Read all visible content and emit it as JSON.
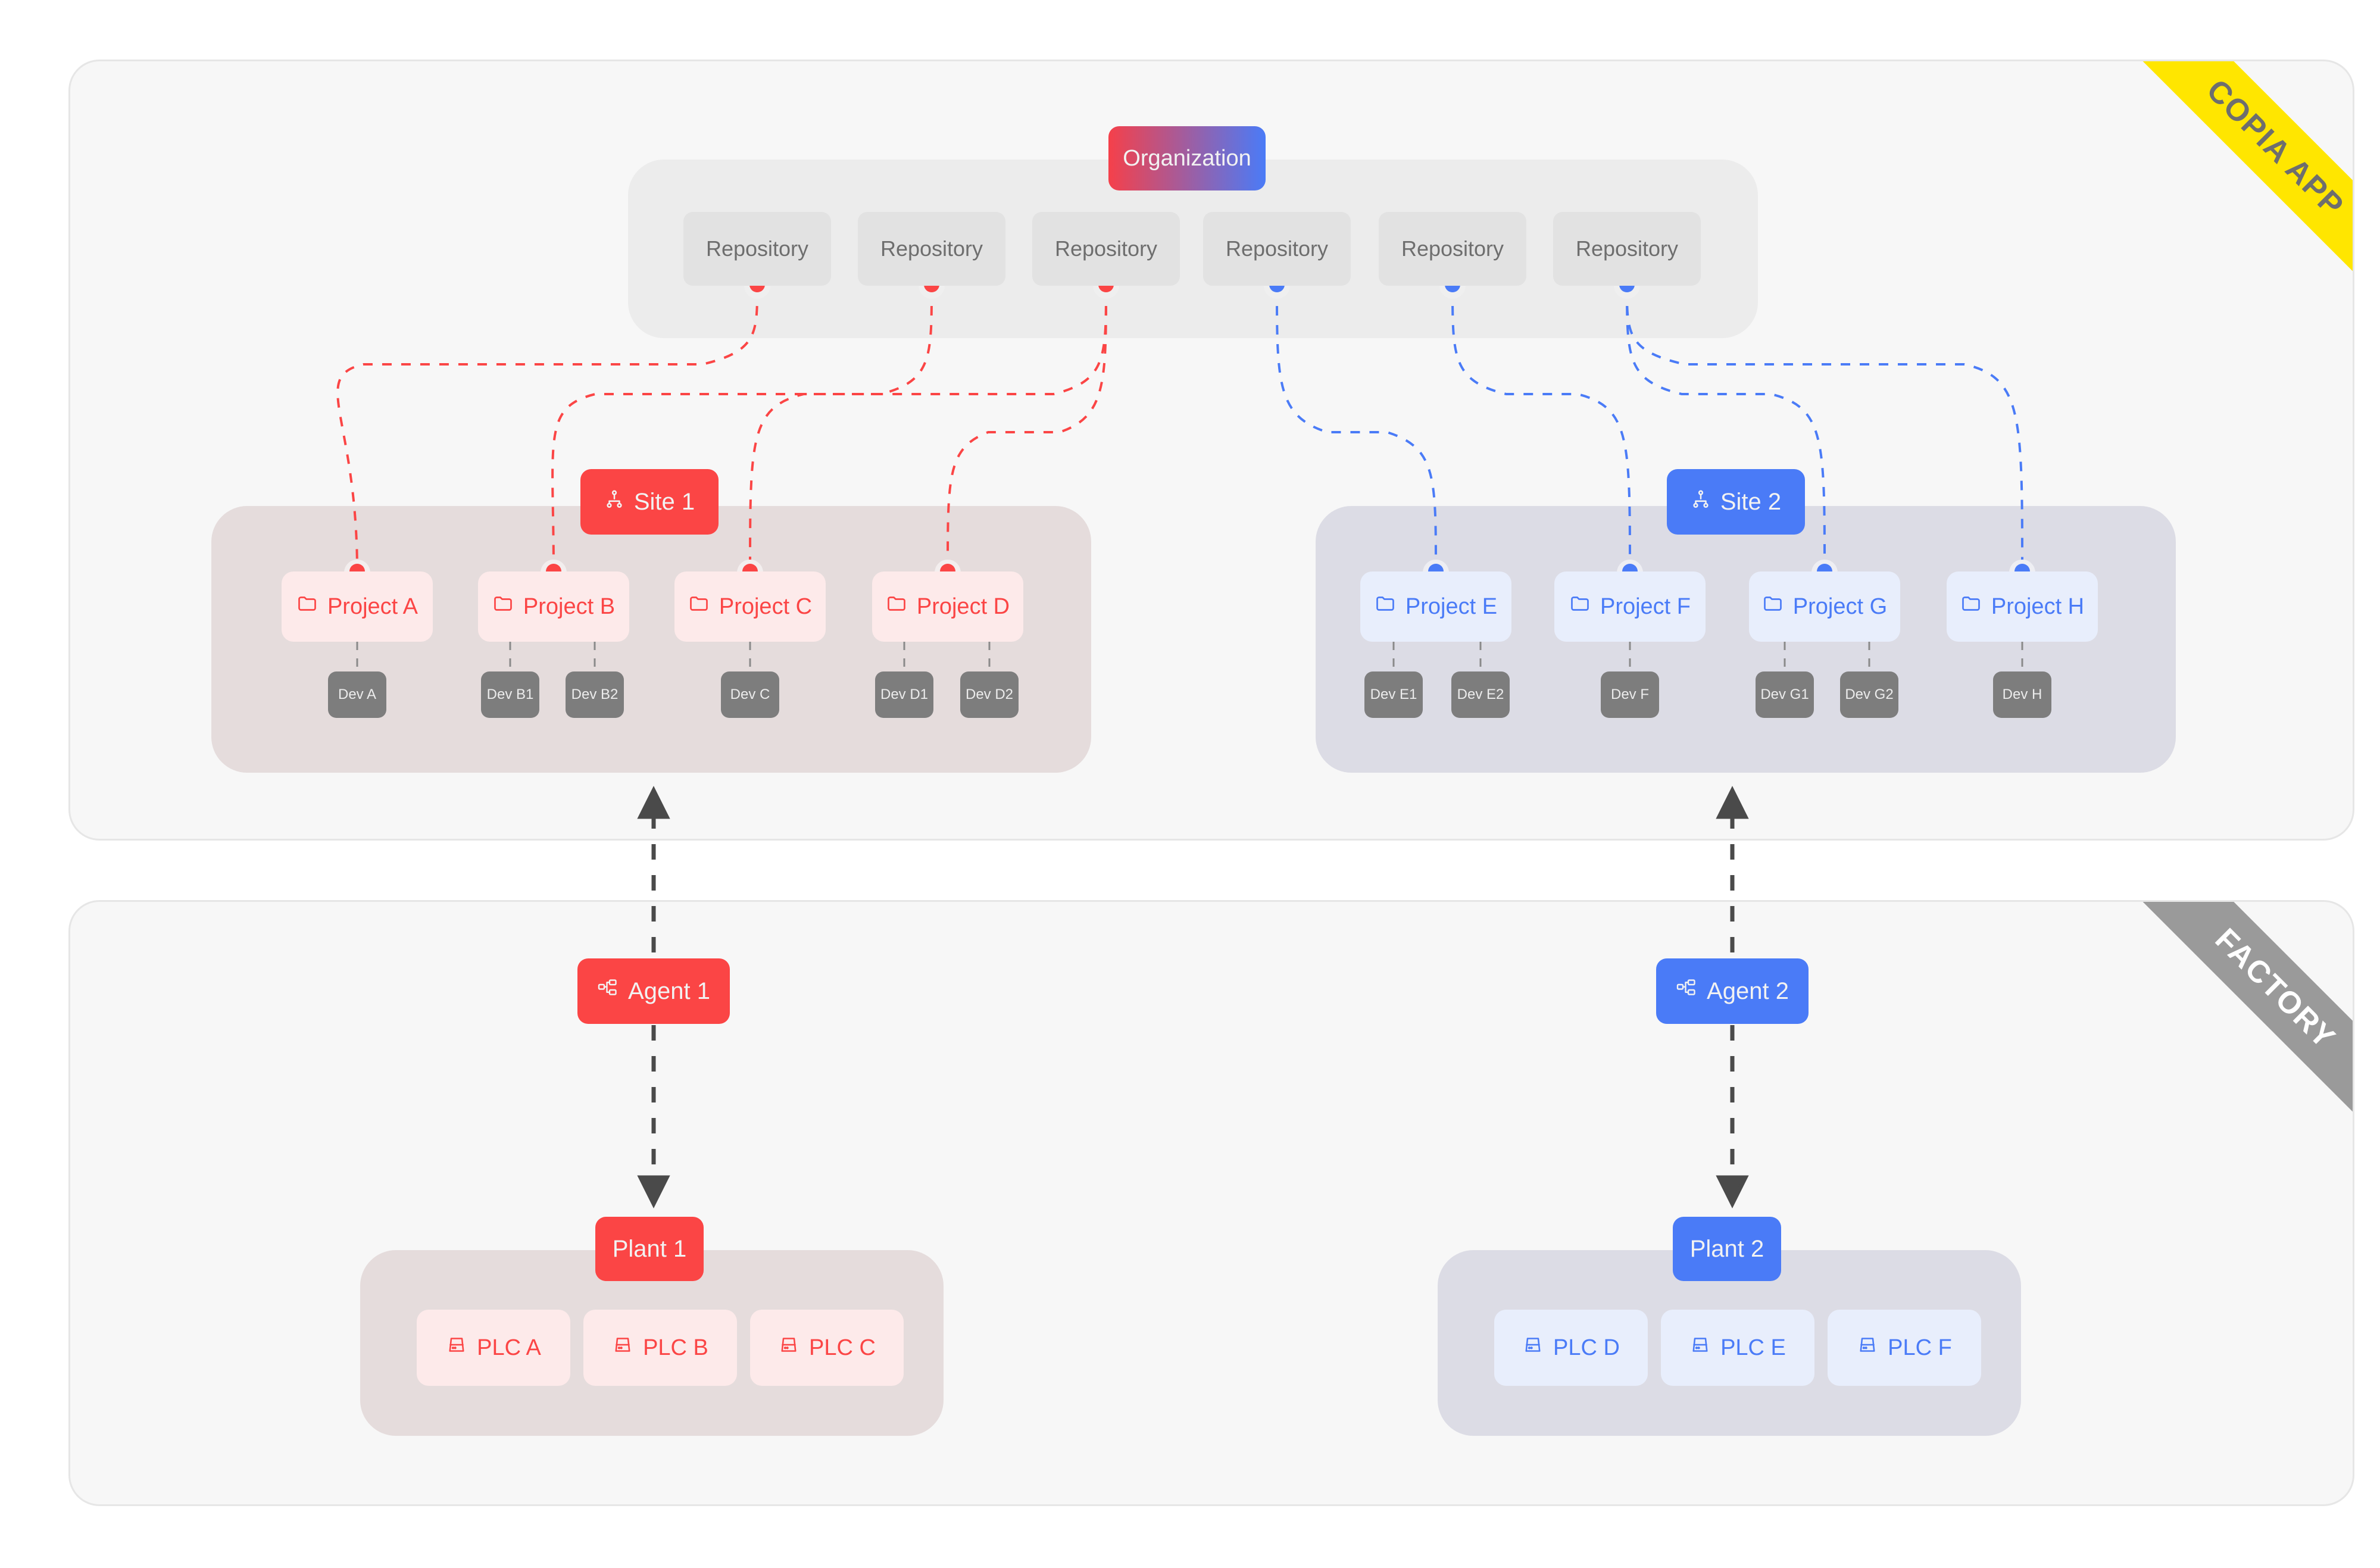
{
  "panels": {
    "copia": {
      "ribbon": "COPIA APP",
      "ribbon_color": "#ffe600"
    },
    "factory": {
      "ribbon": "FACTORY",
      "ribbon_color": "#9a9a9a"
    }
  },
  "organization": {
    "label": "Organization",
    "gradient_from": "#f5404a",
    "gradient_to": "#4a7bf7"
  },
  "repositories": [
    {
      "label": "Repository",
      "dot_color": "#fb4545"
    },
    {
      "label": "Repository",
      "dot_color": "#fb4545"
    },
    {
      "label": "Repository",
      "dot_color": "#fb4545"
    },
    {
      "label": "Repository",
      "dot_color": "#4a7bf7"
    },
    {
      "label": "Repository",
      "dot_color": "#4a7bf7"
    },
    {
      "label": "Repository",
      "dot_color": "#4a7bf7"
    }
  ],
  "sites": [
    {
      "label": "Site 1",
      "color": "#fb4545",
      "icon": "sitemap-icon"
    },
    {
      "label": "Site 2",
      "color": "#4a7bf7",
      "icon": "sitemap-icon"
    }
  ],
  "projects": [
    {
      "label": "Project A",
      "site": "Site 1",
      "color": "#fb4545",
      "devs": [
        "Dev A"
      ]
    },
    {
      "label": "Project B",
      "site": "Site 1",
      "color": "#fb4545",
      "devs": [
        "Dev B1",
        "Dev B2"
      ]
    },
    {
      "label": "Project C",
      "site": "Site 1",
      "color": "#fb4545",
      "devs": [
        "Dev C"
      ]
    },
    {
      "label": "Project D",
      "site": "Site 1",
      "color": "#fb4545",
      "devs": [
        "Dev D1",
        "Dev D2"
      ]
    },
    {
      "label": "Project E",
      "site": "Site 2",
      "color": "#4a7bf7",
      "devs": [
        "Dev E1",
        "Dev E2"
      ]
    },
    {
      "label": "Project F",
      "site": "Site 2",
      "color": "#4a7bf7",
      "devs": [
        "Dev F"
      ]
    },
    {
      "label": "Project G",
      "site": "Site 2",
      "color": "#4a7bf7",
      "devs": [
        "Dev G1",
        "Dev G2"
      ]
    },
    {
      "label": "Project H",
      "site": "Site 2",
      "color": "#4a7bf7",
      "devs": [
        "Dev H"
      ]
    }
  ],
  "devs": [
    "Dev A",
    "Dev B1",
    "Dev B2",
    "Dev C",
    "Dev D1",
    "Dev D2",
    "Dev E1",
    "Dev E2",
    "Dev F",
    "Dev G1",
    "Dev G2",
    "Dev H"
  ],
  "agents": [
    {
      "label": "Agent 1",
      "color": "#fb4545",
      "icon": "network-nodes-icon"
    },
    {
      "label": "Agent 2",
      "color": "#4a7bf7",
      "icon": "network-nodes-icon"
    }
  ],
  "plants": [
    {
      "label": "Plant 1",
      "color": "#fb4545"
    },
    {
      "label": "Plant 2",
      "color": "#4a7bf7"
    }
  ],
  "plcs": [
    {
      "label": "PLC A",
      "plant": "Plant 1",
      "color": "#fb4545",
      "icon": "server-icon"
    },
    {
      "label": "PLC B",
      "plant": "Plant 1",
      "color": "#fb4545",
      "icon": "server-icon"
    },
    {
      "label": "PLC C",
      "plant": "Plant 1",
      "color": "#fb4545",
      "icon": "server-icon"
    },
    {
      "label": "PLC D",
      "plant": "Plant 2",
      "color": "#4a7bf7",
      "icon": "server-icon"
    },
    {
      "label": "PLC E",
      "plant": "Plant 2",
      "color": "#4a7bf7",
      "icon": "server-icon"
    },
    {
      "label": "PLC F",
      "plant": "Plant 2",
      "color": "#4a7bf7",
      "icon": "server-icon"
    }
  ],
  "connections": {
    "repo_to_project": [
      {
        "from": "Repository 1",
        "to": "Project A",
        "color": "#fb4545",
        "style": "dashed"
      },
      {
        "from": "Repository 2",
        "to": "Project B",
        "color": "#fb4545",
        "style": "dashed"
      },
      {
        "from": "Repository 3",
        "to": "Project C",
        "color": "#fb4545",
        "style": "dashed"
      },
      {
        "from": "Repository 3",
        "to": "Project D",
        "color": "#fb4545",
        "style": "dashed"
      },
      {
        "from": "Repository 4",
        "to": "Project E",
        "color": "#4a7bf7",
        "style": "dashed"
      },
      {
        "from": "Repository 5",
        "to": "Project F",
        "color": "#4a7bf7",
        "style": "dashed"
      },
      {
        "from": "Repository 6",
        "to": "Project G",
        "color": "#4a7bf7",
        "style": "dashed"
      },
      {
        "from": "Repository 6",
        "to": "Project H",
        "color": "#4a7bf7",
        "style": "dashed"
      }
    ],
    "agent_links": [
      {
        "from": "Agent 1",
        "to": "Site 1",
        "direction": "bidirectional",
        "color": "#4a4a4a"
      },
      {
        "from": "Agent 1",
        "to": "Plant 1",
        "direction": "bidirectional",
        "color": "#4a4a4a"
      },
      {
        "from": "Agent 2",
        "to": "Site 2",
        "direction": "bidirectional",
        "color": "#4a4a4a"
      },
      {
        "from": "Agent 2",
        "to": "Plant 2",
        "direction": "bidirectional",
        "color": "#4a4a4a"
      }
    ]
  }
}
